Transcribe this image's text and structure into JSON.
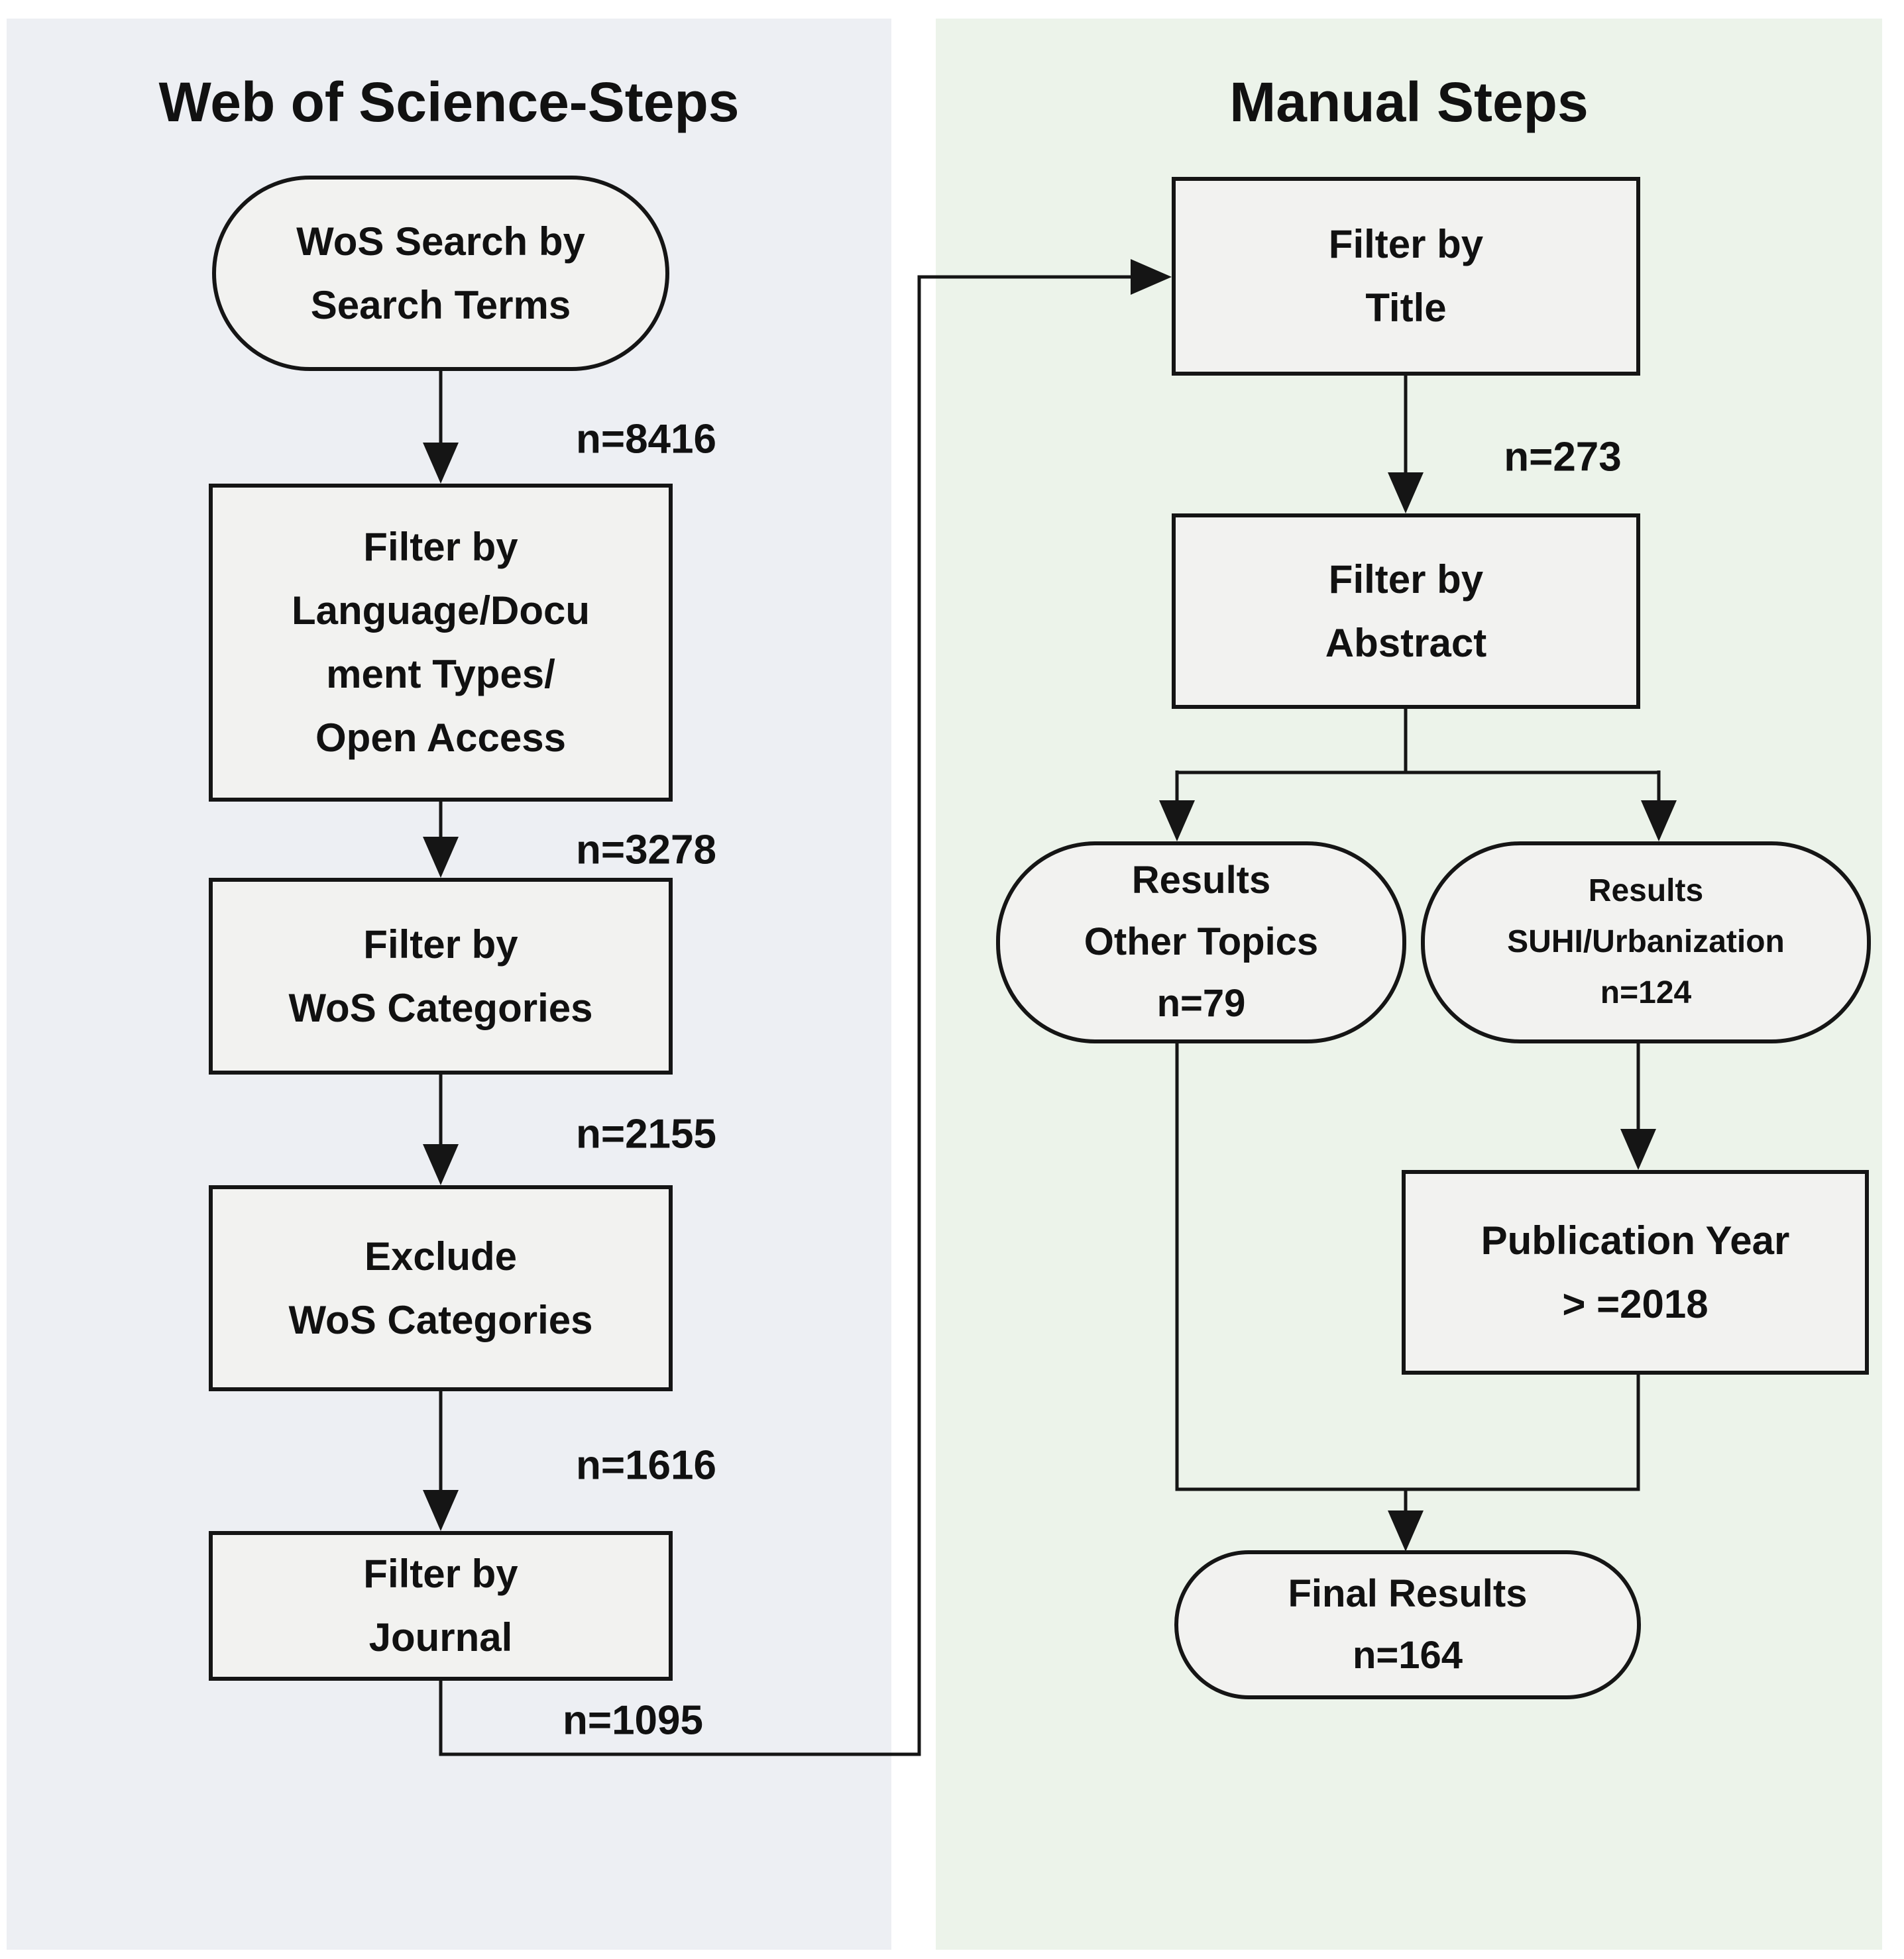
{
  "colors": {
    "left_panel_bg": "#edeff3",
    "right_panel_bg": "#ecf3ea",
    "node_fill": "#f2f2f0",
    "line_color": "#151515",
    "text_color": "#111111"
  },
  "left_panel": {
    "title": "Web of Science-Steps",
    "node_search": "WoS Search by\nSearch Terms",
    "label_n_search": "n=8416",
    "node_language": "Filter by\nLanguage/Docu\nment Types/\nOpen Access",
    "label_n_language": "n=3278",
    "node_categories": "Filter by\nWoS Categories",
    "label_n_categories": "n=2155",
    "node_exclude": "Exclude\nWoS Categories",
    "label_n_exclude": "n=1616",
    "node_journal": "Filter by\nJournal",
    "label_n_journal": "n=1095"
  },
  "right_panel": {
    "title": "Manual Steps",
    "node_title_filter": "Filter by\nTitle",
    "label_n_title": "n=273",
    "node_abstract_filter": "Filter by\nAbstract",
    "node_other_topics": "Results\nOther Topics\nn=79",
    "node_suhi": "Results\nSUHI/Urbanization\nn=124",
    "node_pub_year": "Publication Year\n> =2018",
    "node_final": "Final Results\nn=164"
  }
}
